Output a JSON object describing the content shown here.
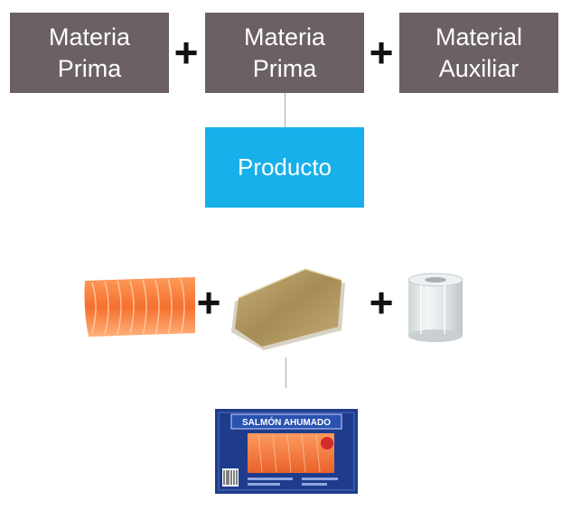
{
  "boxes": [
    {
      "line1": "Materia",
      "line2": "Prima"
    },
    {
      "line1": "Materia",
      "line2": "Prima"
    },
    {
      "line1": "Material",
      "line2": "Auxiliar"
    }
  ],
  "plus_sign": "+",
  "product": {
    "label": "Producto"
  },
  "package": {
    "title": "SALMÓN AHUMADO"
  },
  "icons": {
    "salmon_fillet": "salmon-fillet-image",
    "gold_tray": "gold-tray-image",
    "film_roll": "film-roll-image",
    "package": "smoked-salmon-package-image"
  },
  "colors": {
    "box": "#6b6162",
    "product": "#17b0ea",
    "package": "#1f3c8c"
  }
}
